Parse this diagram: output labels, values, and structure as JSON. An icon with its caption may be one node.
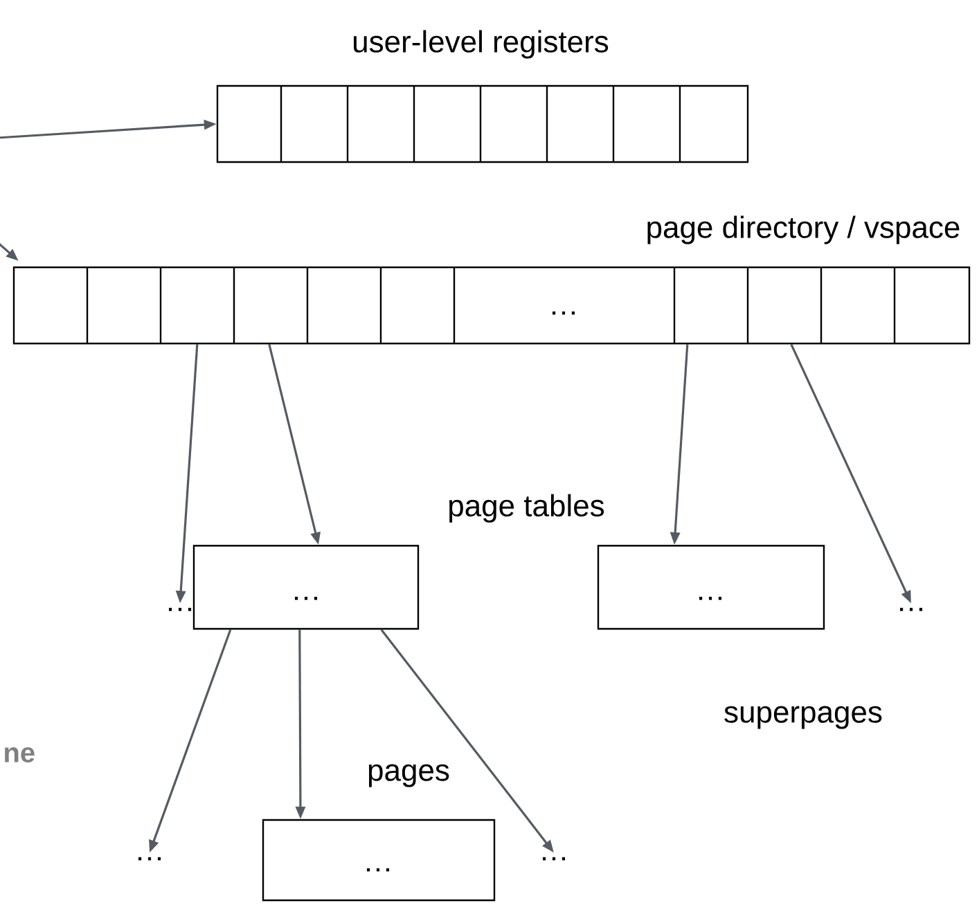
{
  "diagram": {
    "nodes": [
      {
        "text": [
          "user-level registers"
        ]
      },
      {
        "text": [
          "page directory / vspace",
          "…"
        ]
      },
      {
        "text": [
          "…"
        ]
      },
      {
        "text": [
          "page tables",
          "…"
        ]
      },
      {
        "text": [
          "…",
          "superpages"
        ]
      },
      {
        "text": [
          "…"
        ]
      },
      {
        "text": [
          "…"
        ]
      },
      {
        "text": [
          "pages",
          "…"
        ]
      },
      {
        "text": [
          "…"
        ]
      }
    ],
    "edges": [
      {
        "from": null,
        "to": 0,
        "arrow": "to"
      },
      {
        "from": null,
        "to": 1,
        "arrow": "to"
      },
      {
        "from": 1,
        "to": 2,
        "arrow": "to"
      },
      {
        "from": 1,
        "to": 3,
        "arrow": "to"
      },
      {
        "from": 1,
        "to": 4,
        "arrow": "to"
      },
      {
        "from": 1,
        "to": 5,
        "arrow": "to"
      },
      {
        "from": 3,
        "to": 6,
        "arrow": "to"
      },
      {
        "from": 3,
        "to": 7,
        "arrow": "to"
      },
      {
        "from": 3,
        "to": 8,
        "arrow": "to"
      }
    ],
    "labels": [
      "ne"
    ]
  }
}
